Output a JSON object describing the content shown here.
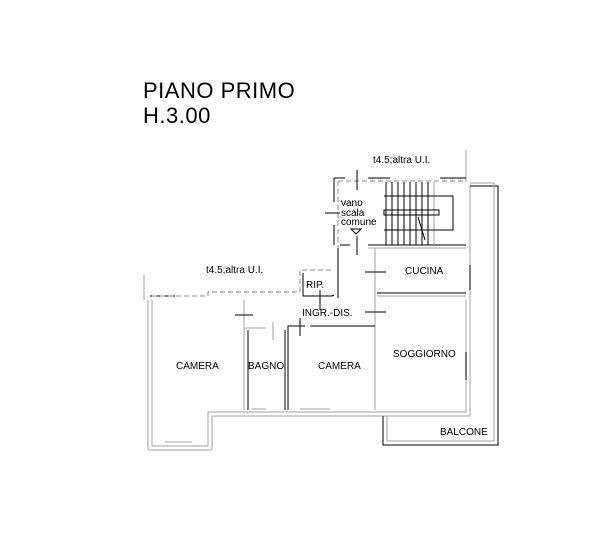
{
  "header": {
    "title": "PIANO PRIMO",
    "height": "H.3.00"
  },
  "plan": {
    "labels": {
      "adjacent_top": "t4.5;altra U.I.",
      "adjacent_left": "t4.5;altra U.I.",
      "stair_1": "vano",
      "stair_2": "scala",
      "stair_3": "comune",
      "storage": "RIP.",
      "entrance": "INGR.-DIS.",
      "kitchen": "CUCINA",
      "living": "SOGGIORNO",
      "bedroom_left": "CAMERA",
      "bathroom": "BAGNO",
      "bedroom_center": "CAMERA",
      "balcony": "BALCONE"
    }
  }
}
